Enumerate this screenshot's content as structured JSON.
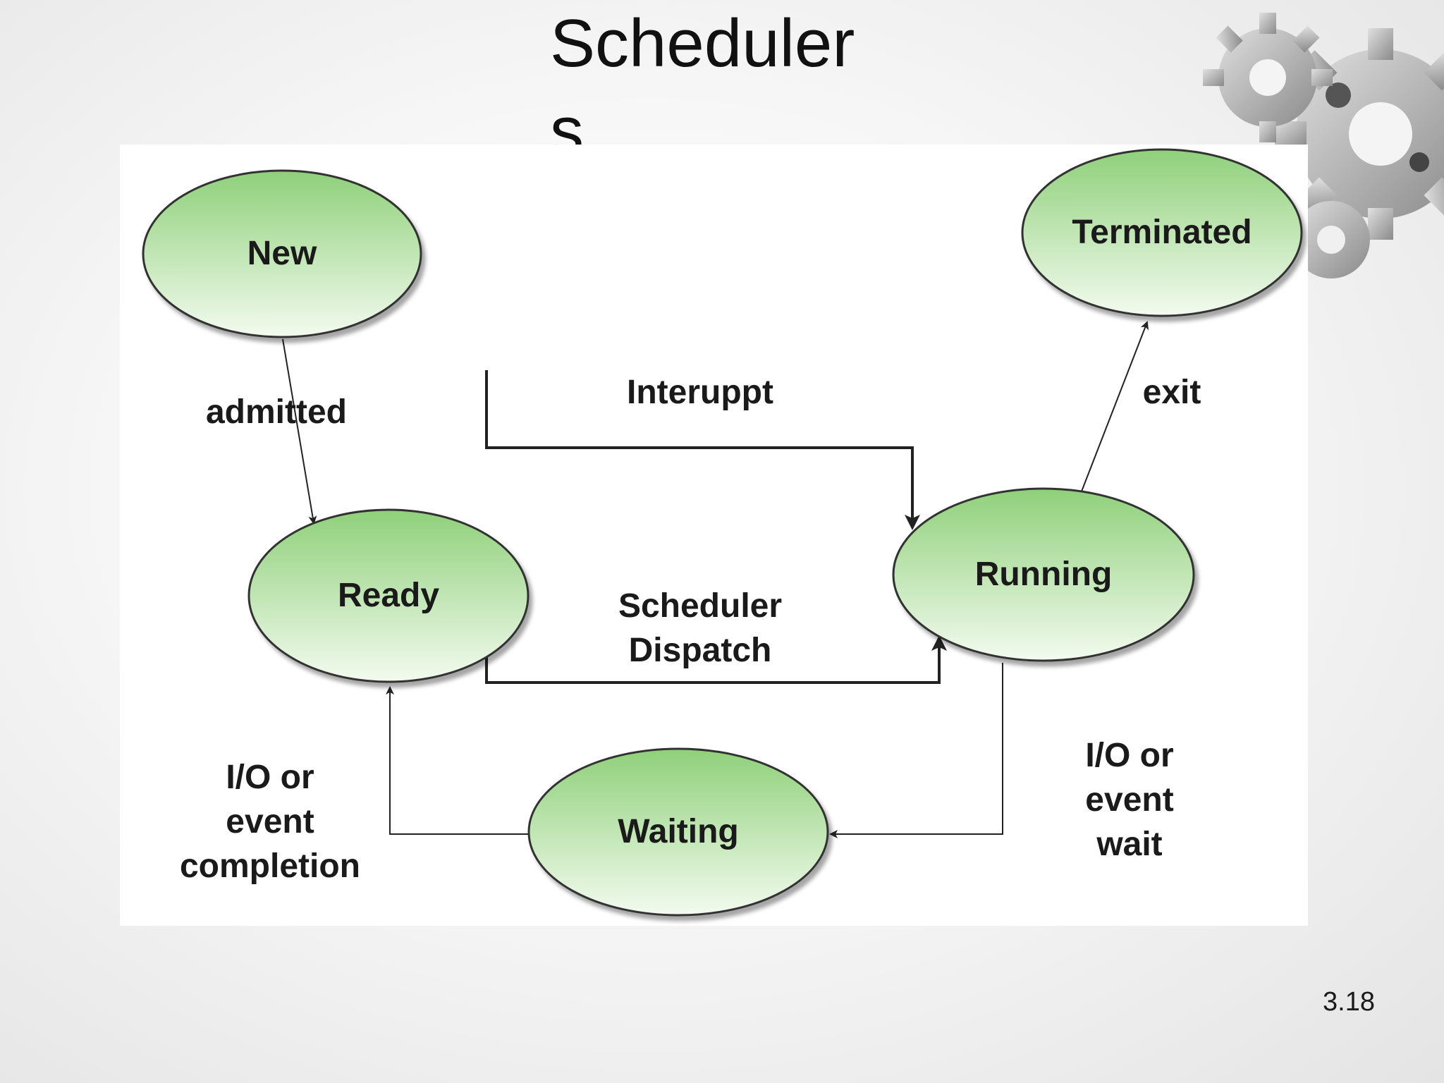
{
  "slide": {
    "title": "Schedulers",
    "page_number": "3.18"
  },
  "diagram": {
    "nodes": {
      "new": "New",
      "ready": "Ready",
      "running": "Running",
      "waiting": "Waiting",
      "terminated": "Terminated"
    },
    "edges": {
      "admitted": "admitted",
      "interrupt": "Interuppt",
      "dispatch_line1": "Scheduler",
      "dispatch_line2": "Dispatch",
      "exit": "exit",
      "io_wait_line1": "I/O or",
      "io_wait_line2": "event",
      "io_wait_line3": "wait",
      "io_completion_line1": "I/O or",
      "io_completion_line2": "event",
      "io_completion_line3": "completion"
    },
    "colors": {
      "node_fill_top": "#8fd07a",
      "node_fill_bottom": "#f3fbef",
      "node_stroke": "#333333",
      "edge_stroke": "#222222"
    }
  }
}
